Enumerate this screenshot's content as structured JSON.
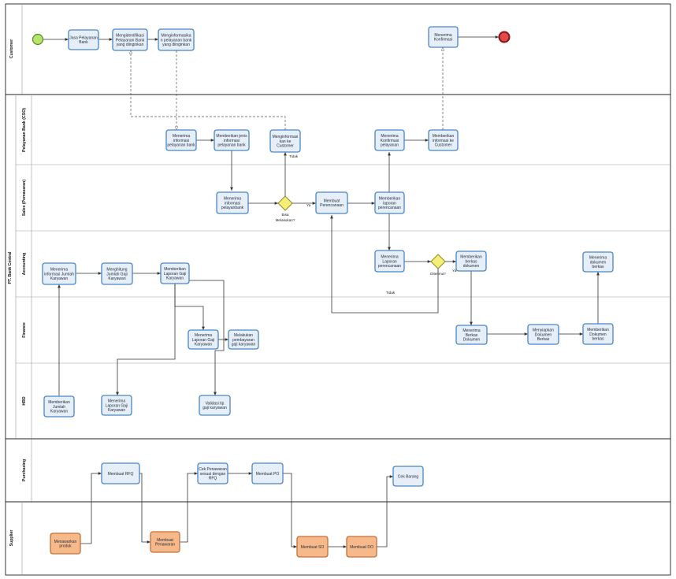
{
  "pools": [
    {
      "id": "customer",
      "label": "Customer"
    },
    {
      "id": "bank",
      "label": "PT. Bank Central"
    },
    {
      "id": "purchasing",
      "label": "Purchasing"
    },
    {
      "id": "supplier",
      "label": "Supplier"
    }
  ],
  "lanes": [
    {
      "id": "cs",
      "label": "Pelayanan Bank (CSO)"
    },
    {
      "id": "sales",
      "label": "Sales (Pemasaran)"
    },
    {
      "id": "acc",
      "label": "Accounting"
    },
    {
      "id": "fin",
      "label": "Finance"
    },
    {
      "id": "hrd",
      "label": "HRD"
    }
  ],
  "tasks": [
    {
      "id": "t_jasa",
      "lines": [
        "Jasa Pelayanan",
        "Bank"
      ],
      "color": "blue"
    },
    {
      "id": "t_mengident",
      "lines": [
        "Mengidentifikasi",
        "Pelayanan Bank",
        "yang diinginkan"
      ],
      "color": "blue"
    },
    {
      "id": "t_menginfo",
      "lines": [
        "Menginformasika",
        "n pelayanan bank",
        "yang diinginkan"
      ],
      "color": "blue"
    },
    {
      "id": "t_menerimakonf",
      "lines": [
        "Menerima",
        "Konfirmasi"
      ],
      "color": "blue"
    },
    {
      "id": "t_menerimainfo",
      "lines": [
        "Menerima",
        "informasi",
        "pelayanan bank"
      ],
      "color": "blue"
    },
    {
      "id": "t_memberijenis",
      "lines": [
        "Memberikan jenis",
        "informasi",
        "pelayanan bank"
      ],
      "color": "blue"
    },
    {
      "id": "t_menginfocust",
      "lines": [
        "Menginformasi",
        "kan ke",
        "Customer"
      ],
      "color": "blue"
    },
    {
      "id": "t_menerimakonfpel",
      "lines": [
        "Menerima",
        "Konfirmasi",
        "pelayanan"
      ],
      "color": "blue"
    },
    {
      "id": "t_memberiinfocust",
      "lines": [
        "Memberikan",
        "informasi ke",
        "Customer"
      ],
      "color": "blue"
    },
    {
      "id": "t_sales_menerima",
      "lines": [
        "Menerima",
        "informasi",
        "pelayanbank"
      ],
      "color": "blue"
    },
    {
      "id": "t_membuatperenc",
      "lines": [
        "Membuat",
        "Perencanaan"
      ],
      "color": "blue"
    },
    {
      "id": "t_memberilaporan",
      "lines": [
        "Memberikan",
        "laporan",
        "perencanaan"
      ],
      "color": "blue"
    },
    {
      "id": "t_acc_menerimajml",
      "lines": [
        "Menerima",
        "informasi Jumlah",
        "Karyawan"
      ],
      "color": "blue"
    },
    {
      "id": "t_menghitung",
      "lines": [
        "Menghitung",
        "Jumlah Gaji",
        "Karyawan"
      ],
      "color": "blue"
    },
    {
      "id": "t_memberilapgaji",
      "lines": [
        "Memberikan",
        "Laporan Gaji",
        "Karyawan"
      ],
      "color": "blue"
    },
    {
      "id": "t_acc_menerimalap",
      "lines": [
        "Menerima",
        "Laporan",
        "perencanaan"
      ],
      "color": "blue"
    },
    {
      "id": "t_memberiberkas",
      "lines": [
        "Memberikan",
        "berkas",
        "dokumen"
      ],
      "color": "blue"
    },
    {
      "id": "t_menerimadokberkas",
      "lines": [
        "Menerima",
        "dokumen",
        "berkas"
      ],
      "color": "blue"
    },
    {
      "id": "t_fin_menerimalap",
      "lines": [
        "Menerima",
        "Laporan Gaji",
        "Karyawan"
      ],
      "color": "blue"
    },
    {
      "id": "t_melakukanbayar",
      "lines": [
        "Melakukan",
        "pembayaran",
        "gaji karyawan"
      ],
      "color": "blue"
    },
    {
      "id": "t_fin_menerimaberkas",
      "lines": [
        "Menerima",
        "Berkas",
        "Dokumen"
      ],
      "color": "blue"
    },
    {
      "id": "t_menyiapkan",
      "lines": [
        "Menyiapkan",
        "Dokumen",
        "Berkas"
      ],
      "color": "blue"
    },
    {
      "id": "t_fin_memberidok",
      "lines": [
        "Memberikan",
        "Dokumen",
        "berkas"
      ],
      "color": "blue"
    },
    {
      "id": "t_hrd_memberijml",
      "lines": [
        "Memberikan",
        "Jumlah",
        "Karyawan"
      ],
      "color": "blue"
    },
    {
      "id": "t_hrd_menerimalap",
      "lines": [
        "Menerima",
        "Laporan Gaji",
        "Karyawan"
      ],
      "color": "blue"
    },
    {
      "id": "t_validasi",
      "lines": [
        "Validasi tip",
        "gaji karyawan"
      ],
      "color": "blue"
    },
    {
      "id": "t_rfq",
      "lines": [
        "Membuat RFQ"
      ],
      "color": "blue"
    },
    {
      "id": "t_cekpenawaran",
      "lines": [
        "Cek Penawaran",
        "sesuai dengan",
        "RFQ"
      ],
      "color": "blue"
    },
    {
      "id": "t_po",
      "lines": [
        "Membuat PO"
      ],
      "color": "blue"
    },
    {
      "id": "t_cekbarang",
      "lines": [
        "Cek Barang"
      ],
      "color": "blue"
    },
    {
      "id": "t_menawarkan",
      "lines": [
        "Menawarkan",
        "produk"
      ],
      "color": "orange"
    },
    {
      "id": "t_penawaran",
      "lines": [
        "Membuat",
        "Penawaran"
      ],
      "color": "orange"
    },
    {
      "id": "t_so",
      "lines": [
        "Membuat SO"
      ],
      "color": "orange"
    },
    {
      "id": "t_do",
      "lines": [
        "Membuat DO"
      ],
      "color": "orange"
    }
  ],
  "gateways": [
    {
      "id": "g_sales",
      "label_lines": [
        "Bisa",
        "Melakukan?"
      ]
    },
    {
      "id": "g_acc",
      "label_lines": [
        "Diterima?"
      ]
    }
  ],
  "flow_labels": {
    "ya_sales": "Ya",
    "tidak_cs": "Tidak",
    "ya_acc": "Ya",
    "tidak_acc": "Tidak"
  },
  "colors": {
    "task_fill": "#e6eef8",
    "task_stroke": "#4a86c5",
    "supplier_task_fill": "#f7b98a",
    "start_event": "#b5e36b",
    "end_event": "#e04a4a",
    "gateway": "#f5ef7a"
  }
}
